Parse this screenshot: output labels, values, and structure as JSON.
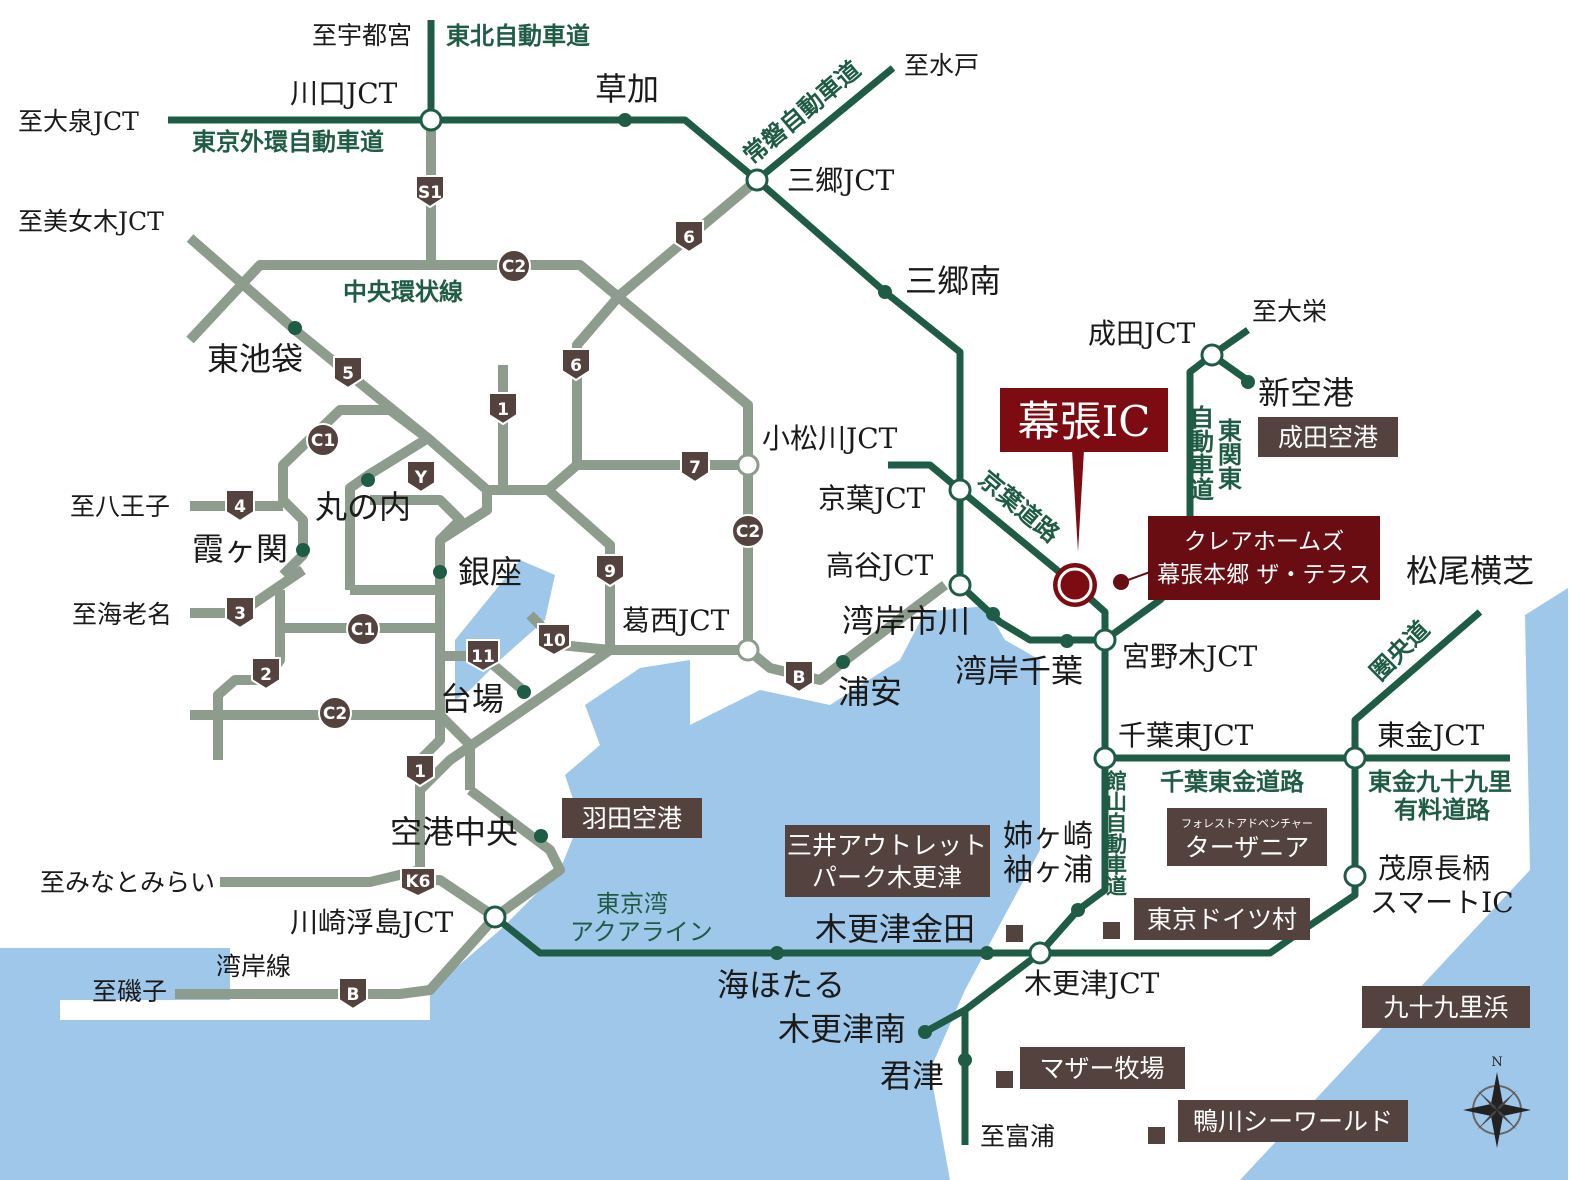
{
  "colors": {
    "highway": "#1f5c46",
    "metro_expressway": "#8d9c8c",
    "water": "#9fc7e9",
    "attraction": "#54423e",
    "highlight": "#7c0b12"
  },
  "highlight": {
    "ic_label": "幕張IC",
    "property_line1": "クレアホームズ",
    "property_line2": "幕張本郷 ザ・テラス"
  },
  "destinations": [
    "至宇都宮",
    "至大泉JCT",
    "至美女木JCT",
    "至八王子",
    "至海老名",
    "至みなとみらい",
    "至磯子",
    "至水戸",
    "至大栄",
    "至富浦"
  ],
  "junctions": [
    "川口JCT",
    "三郷JCT",
    "小松川JCT",
    "京葉JCT",
    "高谷JCT",
    "葛西JCT",
    "宮野木JCT",
    "成田JCT",
    "千葉東JCT",
    "東金JCT",
    "川崎浮島JCT",
    "木更津JCT"
  ],
  "places": [
    "草加",
    "三郷南",
    "東池袋",
    "丸の内",
    "霞ヶ関",
    "銀座",
    "台場",
    "空港中央",
    "湾岸市川",
    "湾岸千葉",
    "浦安",
    "新空港",
    "松尾横芝",
    "茂原長柄",
    "スマートIC",
    "姉ヶ崎",
    "袖ヶ浦",
    "木更津金田",
    "海ほたる",
    "木更津南",
    "君津"
  ],
  "roads": [
    "東北自動車道",
    "東京外環自動車道",
    "常磐自動車道",
    "中央環状線",
    "京葉道路",
    "東関東",
    "自動車道",
    "千葉東金道路",
    "館山自動車道",
    "圏央道",
    "東金九十九里",
    "有料道路",
    "東京湾",
    "アクアライン",
    "湾岸線"
  ],
  "shields": [
    "S1",
    "C2",
    "6",
    "6",
    "5",
    "1",
    "C1",
    "Y",
    "4",
    "7",
    "C2",
    "9",
    "3",
    "C1",
    "10",
    "11",
    "2",
    "B",
    "C2",
    "1",
    "K6",
    "B"
  ],
  "attractions": [
    "羽田空港",
    "三井アウトレット",
    "パーク木更津",
    "成田空港",
    "フォレストアドベンチャー",
    "ターザニア",
    "東京ドイツ村",
    "九十九里浜",
    "マザー牧場",
    "鴨川シーワールド"
  ],
  "compass": "N"
}
